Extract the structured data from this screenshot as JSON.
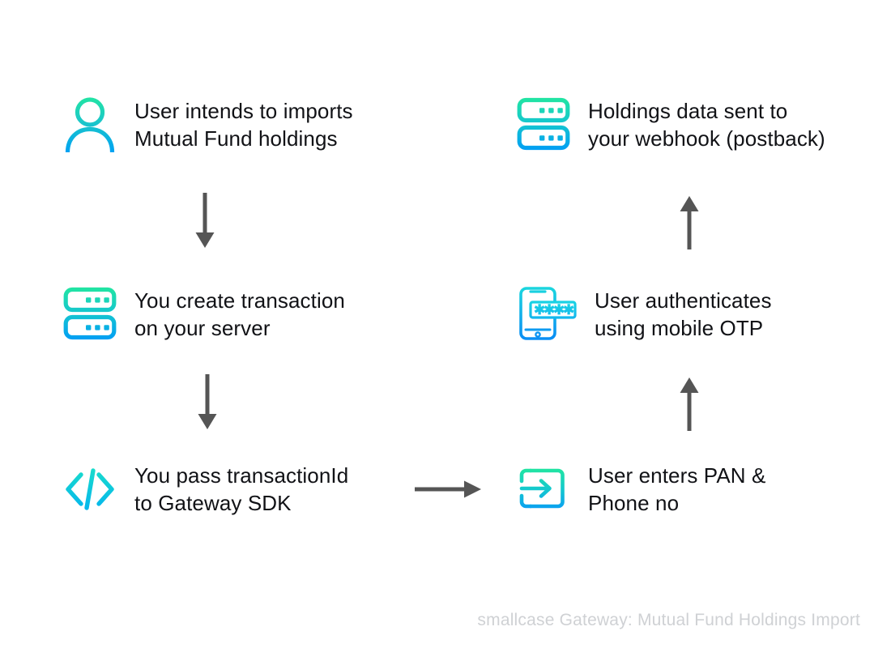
{
  "diagram": {
    "title": "smallcase Gateway: Mutual Fund Holdings Import",
    "colors": {
      "gradient_start": "#22E6A0",
      "gradient_end": "#00A2F3",
      "cyan": "#16D3E8",
      "text": "#111216",
      "arrow": "#555555",
      "caption": "#cfd1d4",
      "background": "#ffffff"
    },
    "steps": [
      {
        "id": "step-1",
        "icon": "user-icon",
        "column": "left",
        "row": 1,
        "label": "User intends to imports\nMutual Fund holdings"
      },
      {
        "id": "step-2",
        "icon": "server-icon",
        "column": "left",
        "row": 2,
        "label": "You create transaction\non your server"
      },
      {
        "id": "step-3",
        "icon": "code-icon",
        "column": "left",
        "row": 3,
        "label": "You pass transactionId\nto Gateway SDK"
      },
      {
        "id": "step-4",
        "icon": "login-arrow-icon",
        "column": "right",
        "row": 3,
        "label": "User enters PAN &\nPhone no"
      },
      {
        "id": "step-5",
        "icon": "mobile-otp-icon",
        "column": "right",
        "row": 2,
        "label": "User authenticates\nusing mobile OTP"
      },
      {
        "id": "step-6",
        "icon": "server-icon",
        "column": "right",
        "row": 1,
        "label": "Holdings data sent to\nyour webhook (postback)"
      }
    ],
    "connectors": [
      {
        "id": "connector-1",
        "direction": "down",
        "from": "step-1",
        "to": "step-2"
      },
      {
        "id": "connector-2",
        "direction": "down",
        "from": "step-2",
        "to": "step-3"
      },
      {
        "id": "connector-3",
        "direction": "right",
        "from": "step-3",
        "to": "step-4"
      },
      {
        "id": "connector-4",
        "direction": "up",
        "from": "step-4",
        "to": "step-5"
      },
      {
        "id": "connector-5",
        "direction": "up",
        "from": "step-5",
        "to": "step-6"
      }
    ]
  }
}
